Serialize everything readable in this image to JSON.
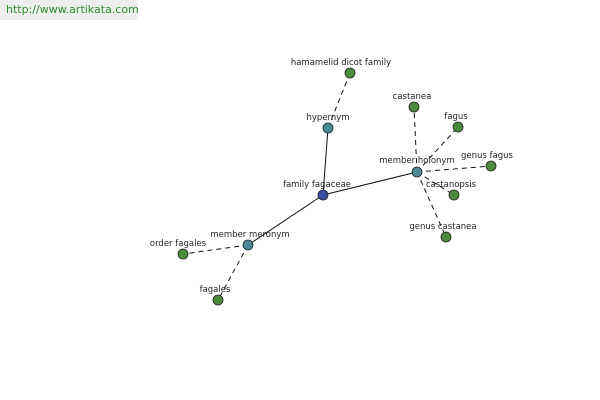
{
  "watermark": {
    "text": "http://www.artikata.com",
    "color": "#2e8b2e"
  },
  "colors": {
    "root": "#3b4d9c",
    "relation": "#4a8a94",
    "leaf": "#4c8a3e"
  },
  "nodes": [
    {
      "id": "family-fagaceae",
      "label": "family fagaceae",
      "kind": "root"
    },
    {
      "id": "hypernym",
      "label": "hypernym",
      "kind": "relation"
    },
    {
      "id": "hamamelid-dicot-family",
      "label": "hamamelid dicot family",
      "kind": "leaf"
    },
    {
      "id": "member-holonym",
      "label": "member holonym",
      "kind": "relation"
    },
    {
      "id": "castanea",
      "label": "castanea",
      "kind": "leaf"
    },
    {
      "id": "fagus",
      "label": "fagus",
      "kind": "leaf"
    },
    {
      "id": "genus-fagus",
      "label": "genus fagus",
      "kind": "leaf"
    },
    {
      "id": "castanopsis",
      "label": "castanopsis",
      "kind": "leaf"
    },
    {
      "id": "genus-castanea",
      "label": "genus castanea",
      "kind": "leaf"
    },
    {
      "id": "member-meronym",
      "label": "member meronym",
      "kind": "relation"
    },
    {
      "id": "order-fagales",
      "label": "order fagales",
      "kind": "leaf"
    },
    {
      "id": "fagales",
      "label": "fagales",
      "kind": "leaf"
    }
  ],
  "edges": [
    {
      "from": "family-fagaceae",
      "to": "hypernym",
      "style": "solid"
    },
    {
      "from": "family-fagaceae",
      "to": "member-holonym",
      "style": "solid"
    },
    {
      "from": "family-fagaceae",
      "to": "member-meronym",
      "style": "solid"
    },
    {
      "from": "hypernym",
      "to": "hamamelid-dicot-family",
      "style": "dashed"
    },
    {
      "from": "member-holonym",
      "to": "castanea",
      "style": "dashed"
    },
    {
      "from": "member-holonym",
      "to": "fagus",
      "style": "dashed"
    },
    {
      "from": "member-holonym",
      "to": "genus-fagus",
      "style": "dashed"
    },
    {
      "from": "member-holonym",
      "to": "castanopsis",
      "style": "dashed"
    },
    {
      "from": "member-holonym",
      "to": "genus-castanea",
      "style": "dashed"
    },
    {
      "from": "member-meronym",
      "to": "order-fagales",
      "style": "dashed"
    },
    {
      "from": "member-meronym",
      "to": "fagales",
      "style": "dashed"
    }
  ]
}
